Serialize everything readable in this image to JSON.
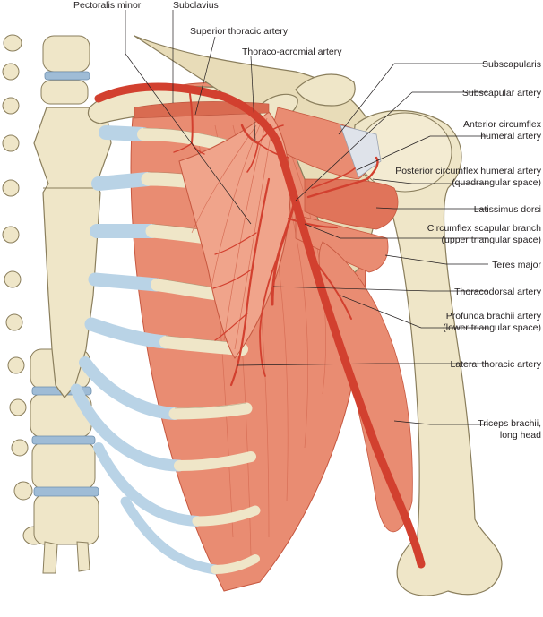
{
  "labels": {
    "pectoralis_minor": "Pectoralis minor",
    "subclavius": "Subclavius",
    "superior_thoracic_artery": "Superior thoracic artery",
    "thoraco_acromial_artery": "Thoraco-acromial artery",
    "subscapularis": "Subscapularis",
    "subscapular_artery": "Subscapular artery",
    "anterior_circumflex_line1": "Anterior circumflex",
    "anterior_circumflex_line2": "humeral artery",
    "posterior_circumflex_line1": "Posterior circumflex humeral artery",
    "posterior_circumflex_line2": "(quadrangular space)",
    "latissimus_dorsi": "Latissimus dorsi",
    "circumflex_scapular_line1": "Circumflex scapular branch",
    "circumflex_scapular_line2": "(upper triangular space)",
    "teres_major": "Teres major",
    "thoracodorsal_artery": "Thoracodorsal artery",
    "profunda_brachii_line1": "Profunda brachii artery",
    "profunda_brachii_line2": "(lower triangular space)",
    "lateral_thoracic_artery": "Lateral thoracic artery",
    "triceps_line1": "Triceps brachii,",
    "triceps_line2": "long head"
  },
  "colors": {
    "bone": "#efe6c8",
    "bone_outline": "#8a7e5c",
    "cartilage": "#b9d3e6",
    "muscle": "#e98c72",
    "muscle_dark": "#d0624a",
    "muscle_light": "#f3b39c",
    "artery": "#d2402f",
    "tendon": "#dfe3ea",
    "disc": "#9fbcd6",
    "leader_line": "#231f20"
  }
}
